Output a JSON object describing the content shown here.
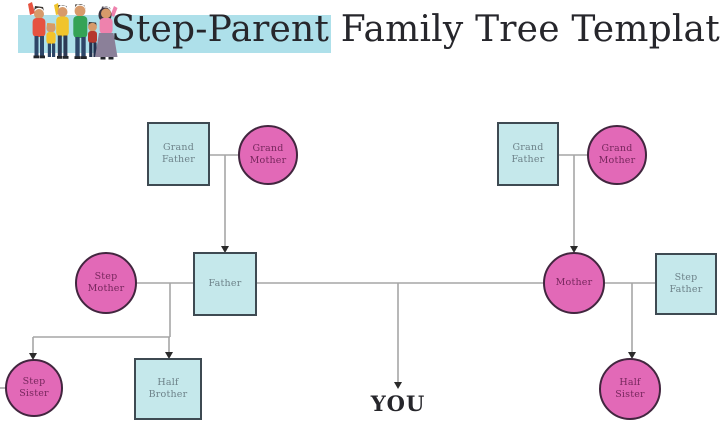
{
  "header": {
    "title_highlight": "Step-Parent",
    "title_rest": " Family Tree Template",
    "illustration": "family-group-illustration"
  },
  "tree": {
    "nodes": [
      {
        "id": "grand-father-left",
        "shape": "square",
        "label": "Grand Father"
      },
      {
        "id": "grand-mother-left",
        "shape": "circle",
        "label": "Grand Mother"
      },
      {
        "id": "grand-father-right",
        "shape": "square",
        "label": "Grand Father"
      },
      {
        "id": "grand-mother-right",
        "shape": "circle",
        "label": "Grand Mother"
      },
      {
        "id": "step-mother",
        "shape": "circle",
        "label": "Step Mother"
      },
      {
        "id": "father",
        "shape": "square",
        "label": "Father"
      },
      {
        "id": "mother",
        "shape": "circle",
        "label": "Mother"
      },
      {
        "id": "step-father",
        "shape": "square",
        "label": "Step Father"
      },
      {
        "id": "step-sister",
        "shape": "circle",
        "label": "Step Sister"
      },
      {
        "id": "half-brother",
        "shape": "square",
        "label": "Half Brother"
      },
      {
        "id": "half-sister",
        "shape": "circle",
        "label": "Half Sister"
      }
    ],
    "you_label": "YOU"
  },
  "colors": {
    "highlight": "#aee0ea",
    "square_fill": "#c5e8eb",
    "square_border": "#3e4a52",
    "square_text": "#6d8289",
    "circle_fill": "#e269b7",
    "circle_border": "#42263f",
    "circle_text": "#77275d",
    "connector_line": "#a6a6a6",
    "arrow": "#2b2b2b",
    "title_text": "#26262b"
  }
}
